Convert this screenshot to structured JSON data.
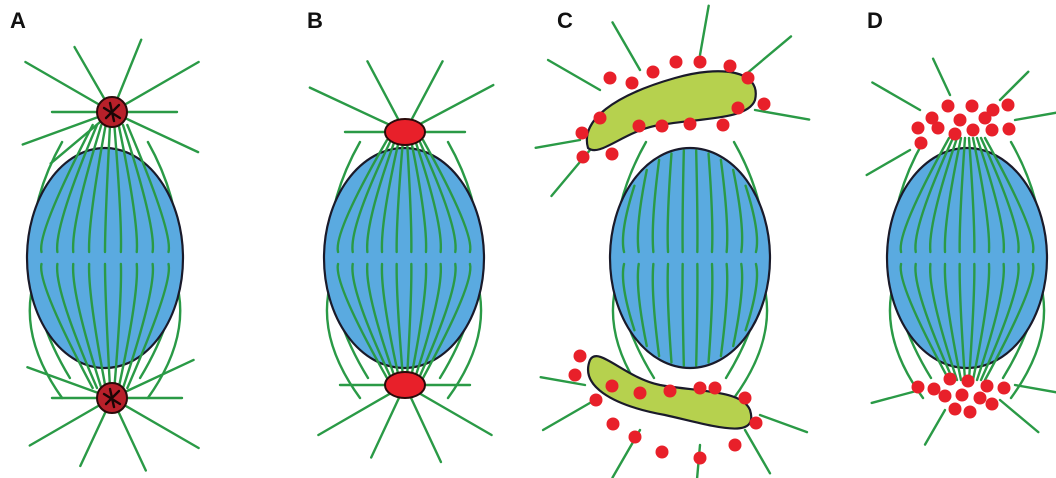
{
  "panels": [
    {
      "id": "A",
      "label": "A"
    },
    {
      "id": "B",
      "label": "B"
    },
    {
      "id": "C",
      "label": "C"
    },
    {
      "id": "D",
      "label": "D"
    }
  ],
  "colors": {
    "spindle_fill": "#5aaae0",
    "outline": "#1a1a2a",
    "microtubule": "#2a9a46",
    "pole_red": "#e8202a",
    "pole_dark_red": "#b8202a",
    "crescent": "#b6d14e",
    "background": "#ffffff"
  }
}
